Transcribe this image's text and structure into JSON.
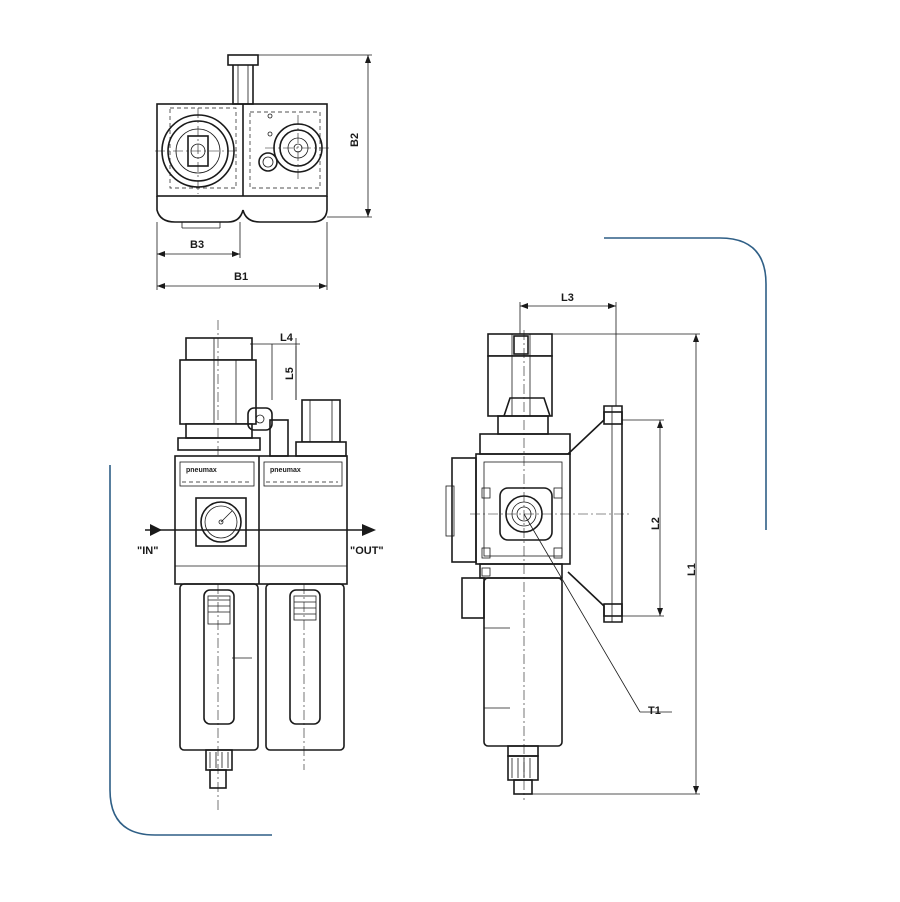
{
  "labels": {
    "b1": "B1",
    "b2": "B2",
    "b3": "B3",
    "l1": "L1",
    "l2": "L2",
    "l3": "L3",
    "l4": "L4",
    "l5": "L5",
    "t1": "T1",
    "in": "\"IN\"",
    "out": "\"OUT\""
  },
  "brand": "pneumax",
  "colors": {
    "line": "#1a1a1a",
    "accent_curve": "#2f5f86"
  }
}
